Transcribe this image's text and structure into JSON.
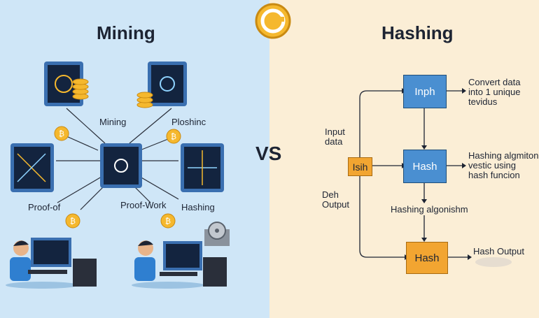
{
  "left": {
    "title": "Mining",
    "labels": {
      "mining": "Mining",
      "ploshinc": "Ploshinc",
      "proof_of": "Proof-of",
      "proof_work": "Proof-Work",
      "hashing": "Hashing"
    }
  },
  "center": {
    "vs": "VS"
  },
  "right": {
    "title": "Hashing",
    "input_data": [
      "Input",
      "data"
    ],
    "deh_output": [
      "Deh",
      "Output"
    ],
    "boxes": {
      "inph": "Inph",
      "hash_mid": "Hash",
      "isih": "Isih",
      "hash_bottom": "Hash"
    },
    "notes": {
      "convert": [
        "Convert data",
        "into 1 unique",
        "tevidus"
      ],
      "hashing_alg": [
        "Hashing algmiton",
        "vestic using",
        "hash funcion"
      ],
      "algonishm": "Hashing algonishm",
      "hash_output": "Hash Output"
    }
  },
  "colors": {
    "left_bg": "#cfe6f7",
    "right_bg": "#fbeed6",
    "box_blue": "#4a8fd1",
    "box_orange": "#f2a531",
    "coin_gold": "#f5b82e"
  },
  "icons": [
    "logo-coin-icon",
    "server-tablet-icon",
    "bitcoin-coin-icon",
    "person-at-computer-icon",
    "film-reel-icon"
  ]
}
